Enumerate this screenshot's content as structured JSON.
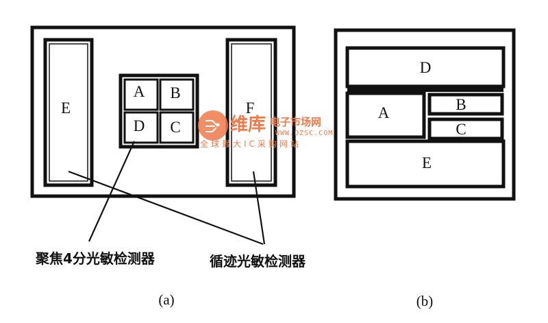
{
  "figure_a": {
    "label_e": "E",
    "label_f": "F",
    "quad": {
      "a": "A",
      "b": "B",
      "c": "C",
      "d": "D"
    },
    "caption_focus": "聚焦4分光敏检测器",
    "caption_track": "循迹光敏检测器",
    "sub_label": "(a)"
  },
  "figure_b": {
    "label_d": "D",
    "label_a": "A",
    "label_b": "B",
    "label_c": "C",
    "label_e": "E",
    "sub_label": "(b)"
  },
  "watermark": {
    "brand": "维库",
    "market": "电子市场网",
    "url": "WWW.DZSC.COM",
    "slogan": "全球最大IC采购网站",
    "color": "#f07a4a"
  }
}
